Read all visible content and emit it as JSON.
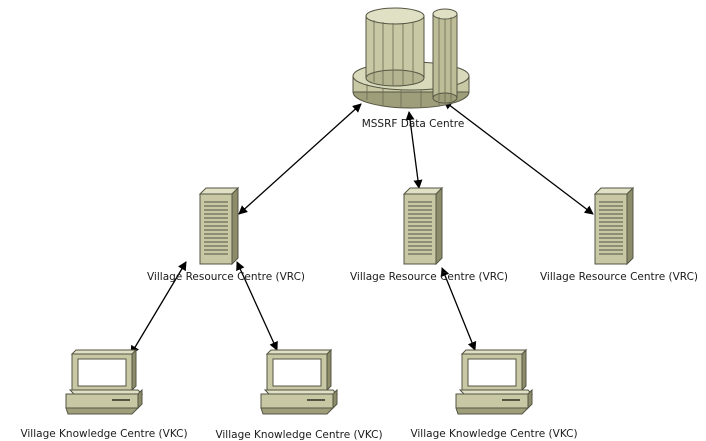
{
  "diagram": {
    "nodes": {
      "datacentre": {
        "label": "MSSRF Data Centre",
        "kind": "mainframe"
      },
      "vrc1": {
        "label": "Village Resource Centre (VRC)",
        "kind": "server"
      },
      "vrc2": {
        "label": "Village Resource Centre (VRC)",
        "kind": "server"
      },
      "vrc3": {
        "label": "Village Resource Centre (VRC)",
        "kind": "server"
      },
      "vkc1": {
        "label": "Village Knowledge Centre (VKC)",
        "kind": "desktop-pc"
      },
      "vkc2": {
        "label": "Village Knowledge Centre (VKC)",
        "kind": "desktop-pc"
      },
      "vkc3": {
        "label": "Village Knowledge Centre (VKC)",
        "kind": "desktop-pc"
      }
    },
    "links": [
      {
        "from": "datacentre",
        "to": "vrc1",
        "arrows": "both"
      },
      {
        "from": "datacentre",
        "to": "vrc2",
        "arrows": "both"
      },
      {
        "from": "datacentre",
        "to": "vrc3",
        "arrows": "both"
      },
      {
        "from": "vrc1",
        "to": "vkc1",
        "arrows": "both"
      },
      {
        "from": "vrc1",
        "to": "vkc2",
        "arrows": "both"
      },
      {
        "from": "vrc2",
        "to": "vkc3",
        "arrows": "both"
      }
    ],
    "colors": {
      "equipment_body": "#c8c8a4",
      "equipment_shade": "#9e9e7a",
      "equipment_dark": "#6b6b52",
      "screen": "#ffffff",
      "link": "#000000"
    }
  }
}
